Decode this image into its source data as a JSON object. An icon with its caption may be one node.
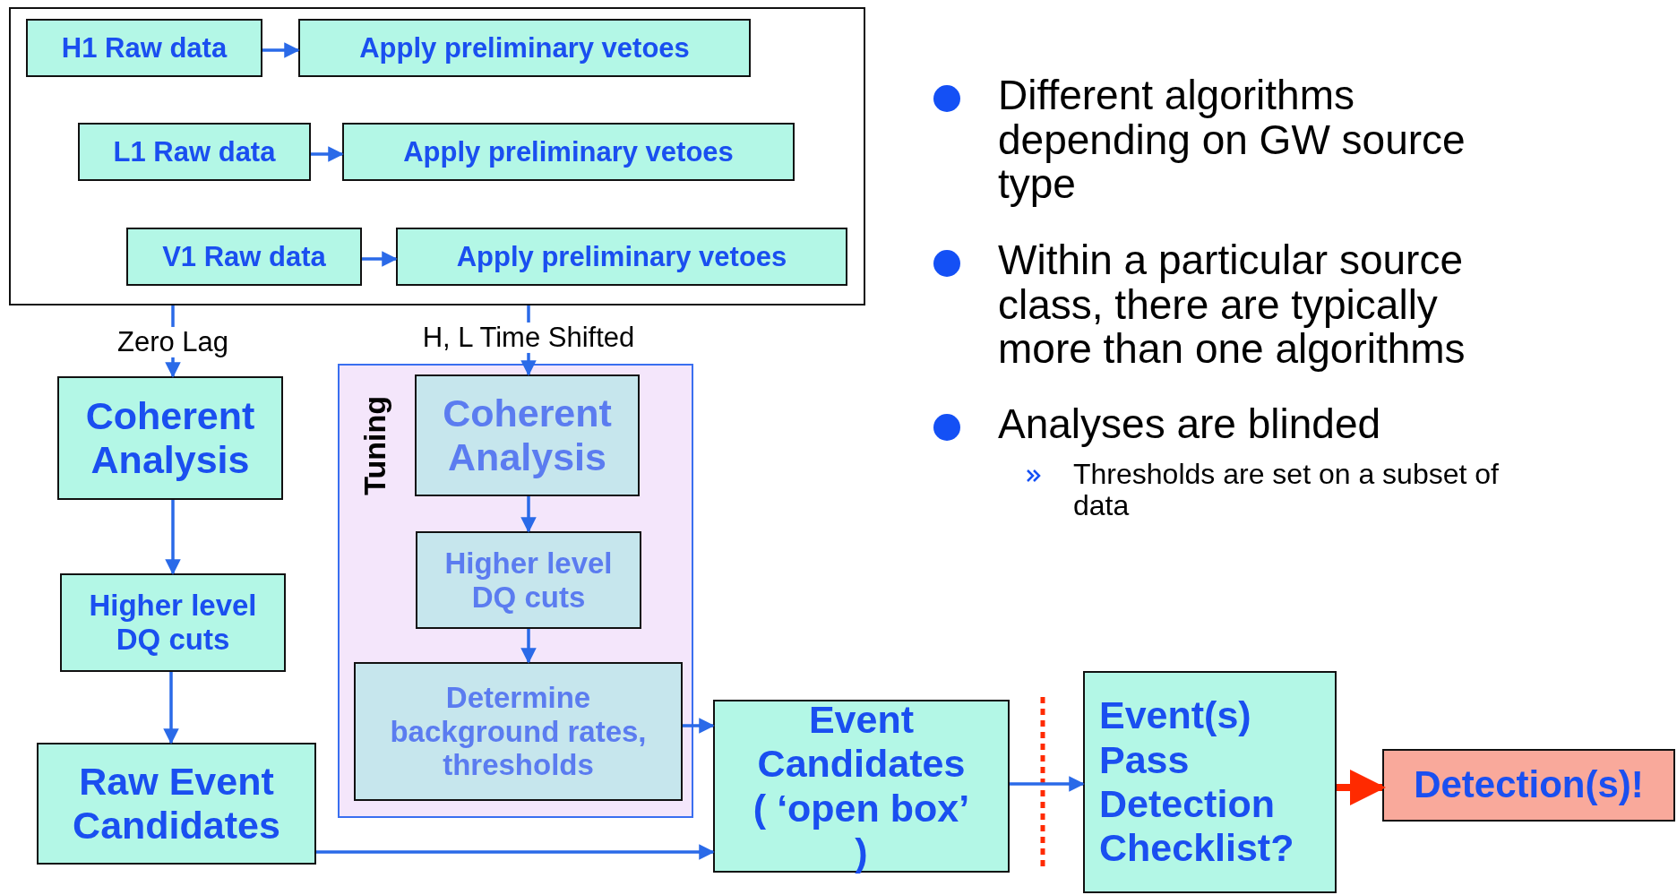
{
  "diagram": {
    "nodes": [
      {
        "text": [],
        "shape": "box"
      },
      {
        "text": [
          "H1 Raw data"
        ],
        "in": 0
      },
      {
        "text": [
          "Apply preliminary vetoes"
        ],
        "in": 0
      },
      {
        "text": [
          "L1 Raw data"
        ],
        "in": 0
      },
      {
        "text": [
          "Apply preliminary vetoes"
        ],
        "in": 0
      },
      {
        "text": [
          "V1 Raw data"
        ],
        "in": 0
      },
      {
        "text": [
          "Apply preliminary vetoes"
        ],
        "in": 0
      },
      {
        "text": [
          "Coherent Analysis"
        ]
      },
      {
        "text": [
          "Higher level DQ cuts"
        ]
      },
      {
        "text": [
          "Raw Event Candidates"
        ]
      },
      {
        "text": [
          "Tuning"
        ]
      },
      {
        "text": [
          "Coherent Analysis"
        ],
        "in": 10
      },
      {
        "text": [
          "Higher level DQ cuts"
        ],
        "in": 10
      },
      {
        "text": [
          "Determine background rates, thresholds"
        ],
        "in": 10
      },
      {
        "text": [
          "Event Candidates ( ‘open box’ )"
        ]
      },
      {
        "text": [
          "Event(s) Pass Detection Checklist?"
        ]
      },
      {
        "text": [
          "Detection(s)!"
        ]
      }
    ],
    "edges": [
      {
        "from": 1,
        "to": 2,
        "arrow": "to"
      },
      {
        "from": 3,
        "to": 4,
        "arrow": "to"
      },
      {
        "from": 5,
        "to": 6,
        "arrow": "to"
      },
      {
        "from": 0,
        "to": 7,
        "arrow": "to",
        "label": "Zero Lag"
      },
      {
        "from": 0,
        "to": 11,
        "arrow": "to",
        "label": "H, L Time Shifted"
      },
      {
        "from": 7,
        "to": 8,
        "arrow": "to"
      },
      {
        "from": 8,
        "to": 9,
        "arrow": "to"
      },
      {
        "from": 11,
        "to": 12,
        "arrow": "to"
      },
      {
        "from": 12,
        "to": 13,
        "arrow": "to"
      },
      {
        "from": 13,
        "to": 14,
        "arrow": "to"
      },
      {
        "from": 9,
        "to": 14,
        "arrow": "to"
      },
      {
        "from": 14,
        "to": 15,
        "arrow": "to"
      },
      {
        "from": 15,
        "to": 16,
        "arrow": "to",
        "style": "thick",
        "color": "#ff2a00"
      }
    ],
    "labels": [
      "Different algorithms depending on GW source type",
      "Within a particular source class, there are typically more than one algorithms",
      "Analyses are blinded",
      "Thresholds are set on a subset of data"
    ]
  }
}
